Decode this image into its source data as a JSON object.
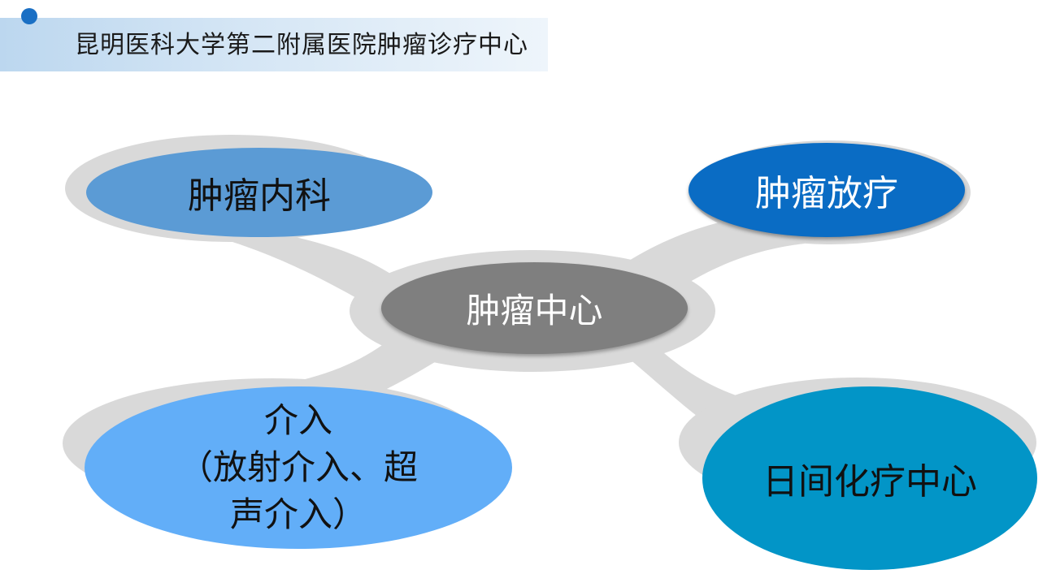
{
  "header": {
    "title": "昆明医科大学第二附属医院肿瘤诊疗中心"
  },
  "diagram": {
    "center": {
      "label": "肿瘤中心"
    },
    "nodes": [
      {
        "id": "top-left",
        "lines": [
          "肿瘤内科"
        ]
      },
      {
        "id": "top-right",
        "lines": [
          "肿瘤放疗"
        ]
      },
      {
        "id": "bottom-left",
        "lines": [
          "介入",
          "（放射介入、超",
          "声介入）"
        ]
      },
      {
        "id": "bottom-right",
        "lines": [
          "日间化疗中心"
        ]
      }
    ]
  },
  "colors": {
    "center": "#7f7f7f",
    "top_left": "#5b9bd5",
    "top_right": "#0a6cc4",
    "bottom_left": "#62aef8",
    "bottom_right": "#0295c7",
    "backdrop": "#d9d9d9",
    "header_band": "#c9def2"
  }
}
